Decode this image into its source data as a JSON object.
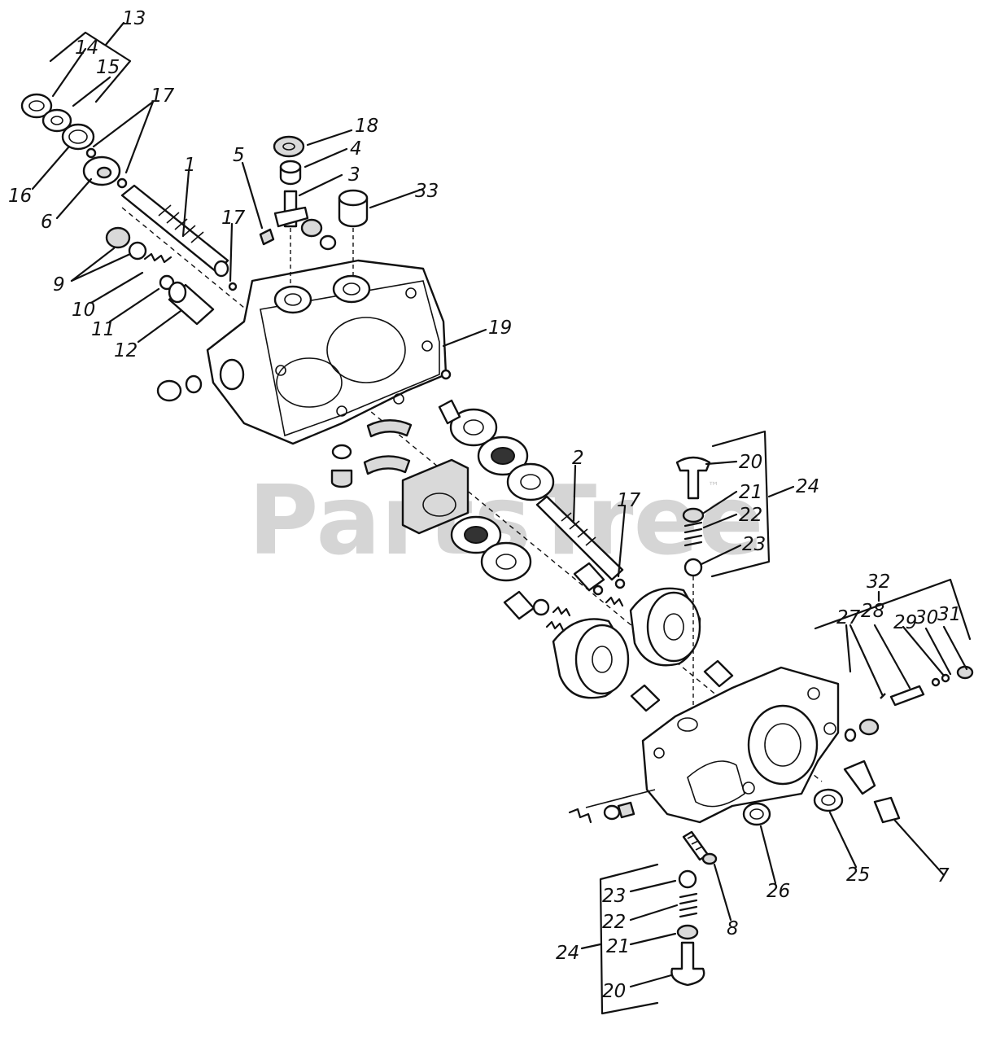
{
  "watermark": {
    "text": "PartsTree",
    "trademark": "™"
  },
  "callouts": [
    {
      "id": "c13",
      "text": "13"
    },
    {
      "id": "c14",
      "text": "14"
    },
    {
      "id": "c15",
      "text": "15"
    },
    {
      "id": "c17a",
      "text": "17"
    },
    {
      "id": "c16",
      "text": "16"
    },
    {
      "id": "c6",
      "text": "6"
    },
    {
      "id": "c1",
      "text": "1"
    },
    {
      "id": "c5",
      "text": "5"
    },
    {
      "id": "c18",
      "text": "18"
    },
    {
      "id": "c4",
      "text": "4"
    },
    {
      "id": "c3",
      "text": "3"
    },
    {
      "id": "c33",
      "text": "33"
    },
    {
      "id": "c17b",
      "text": "17"
    },
    {
      "id": "c9",
      "text": "9"
    },
    {
      "id": "c10",
      "text": "10"
    },
    {
      "id": "c11",
      "text": "11"
    },
    {
      "id": "c12",
      "text": "12"
    },
    {
      "id": "c19",
      "text": "19"
    },
    {
      "id": "c2",
      "text": "2"
    },
    {
      "id": "c17c",
      "text": "17"
    },
    {
      "id": "c20a",
      "text": "20"
    },
    {
      "id": "c21a",
      "text": "21"
    },
    {
      "id": "c22a",
      "text": "22"
    },
    {
      "id": "c23a",
      "text": "23"
    },
    {
      "id": "c24a",
      "text": "24"
    },
    {
      "id": "c32",
      "text": "32"
    },
    {
      "id": "c27",
      "text": "27"
    },
    {
      "id": "c28",
      "text": "28"
    },
    {
      "id": "c29",
      "text": "29"
    },
    {
      "id": "c30",
      "text": "30"
    },
    {
      "id": "c31",
      "text": "31"
    },
    {
      "id": "c7",
      "text": "7"
    },
    {
      "id": "c25",
      "text": "25"
    },
    {
      "id": "c26",
      "text": "26"
    },
    {
      "id": "c8",
      "text": "8"
    },
    {
      "id": "c23b",
      "text": "23"
    },
    {
      "id": "c22b",
      "text": "22"
    },
    {
      "id": "c21b",
      "text": "21"
    },
    {
      "id": "c24b",
      "text": "24"
    },
    {
      "id": "c20b",
      "text": "20"
    }
  ]
}
